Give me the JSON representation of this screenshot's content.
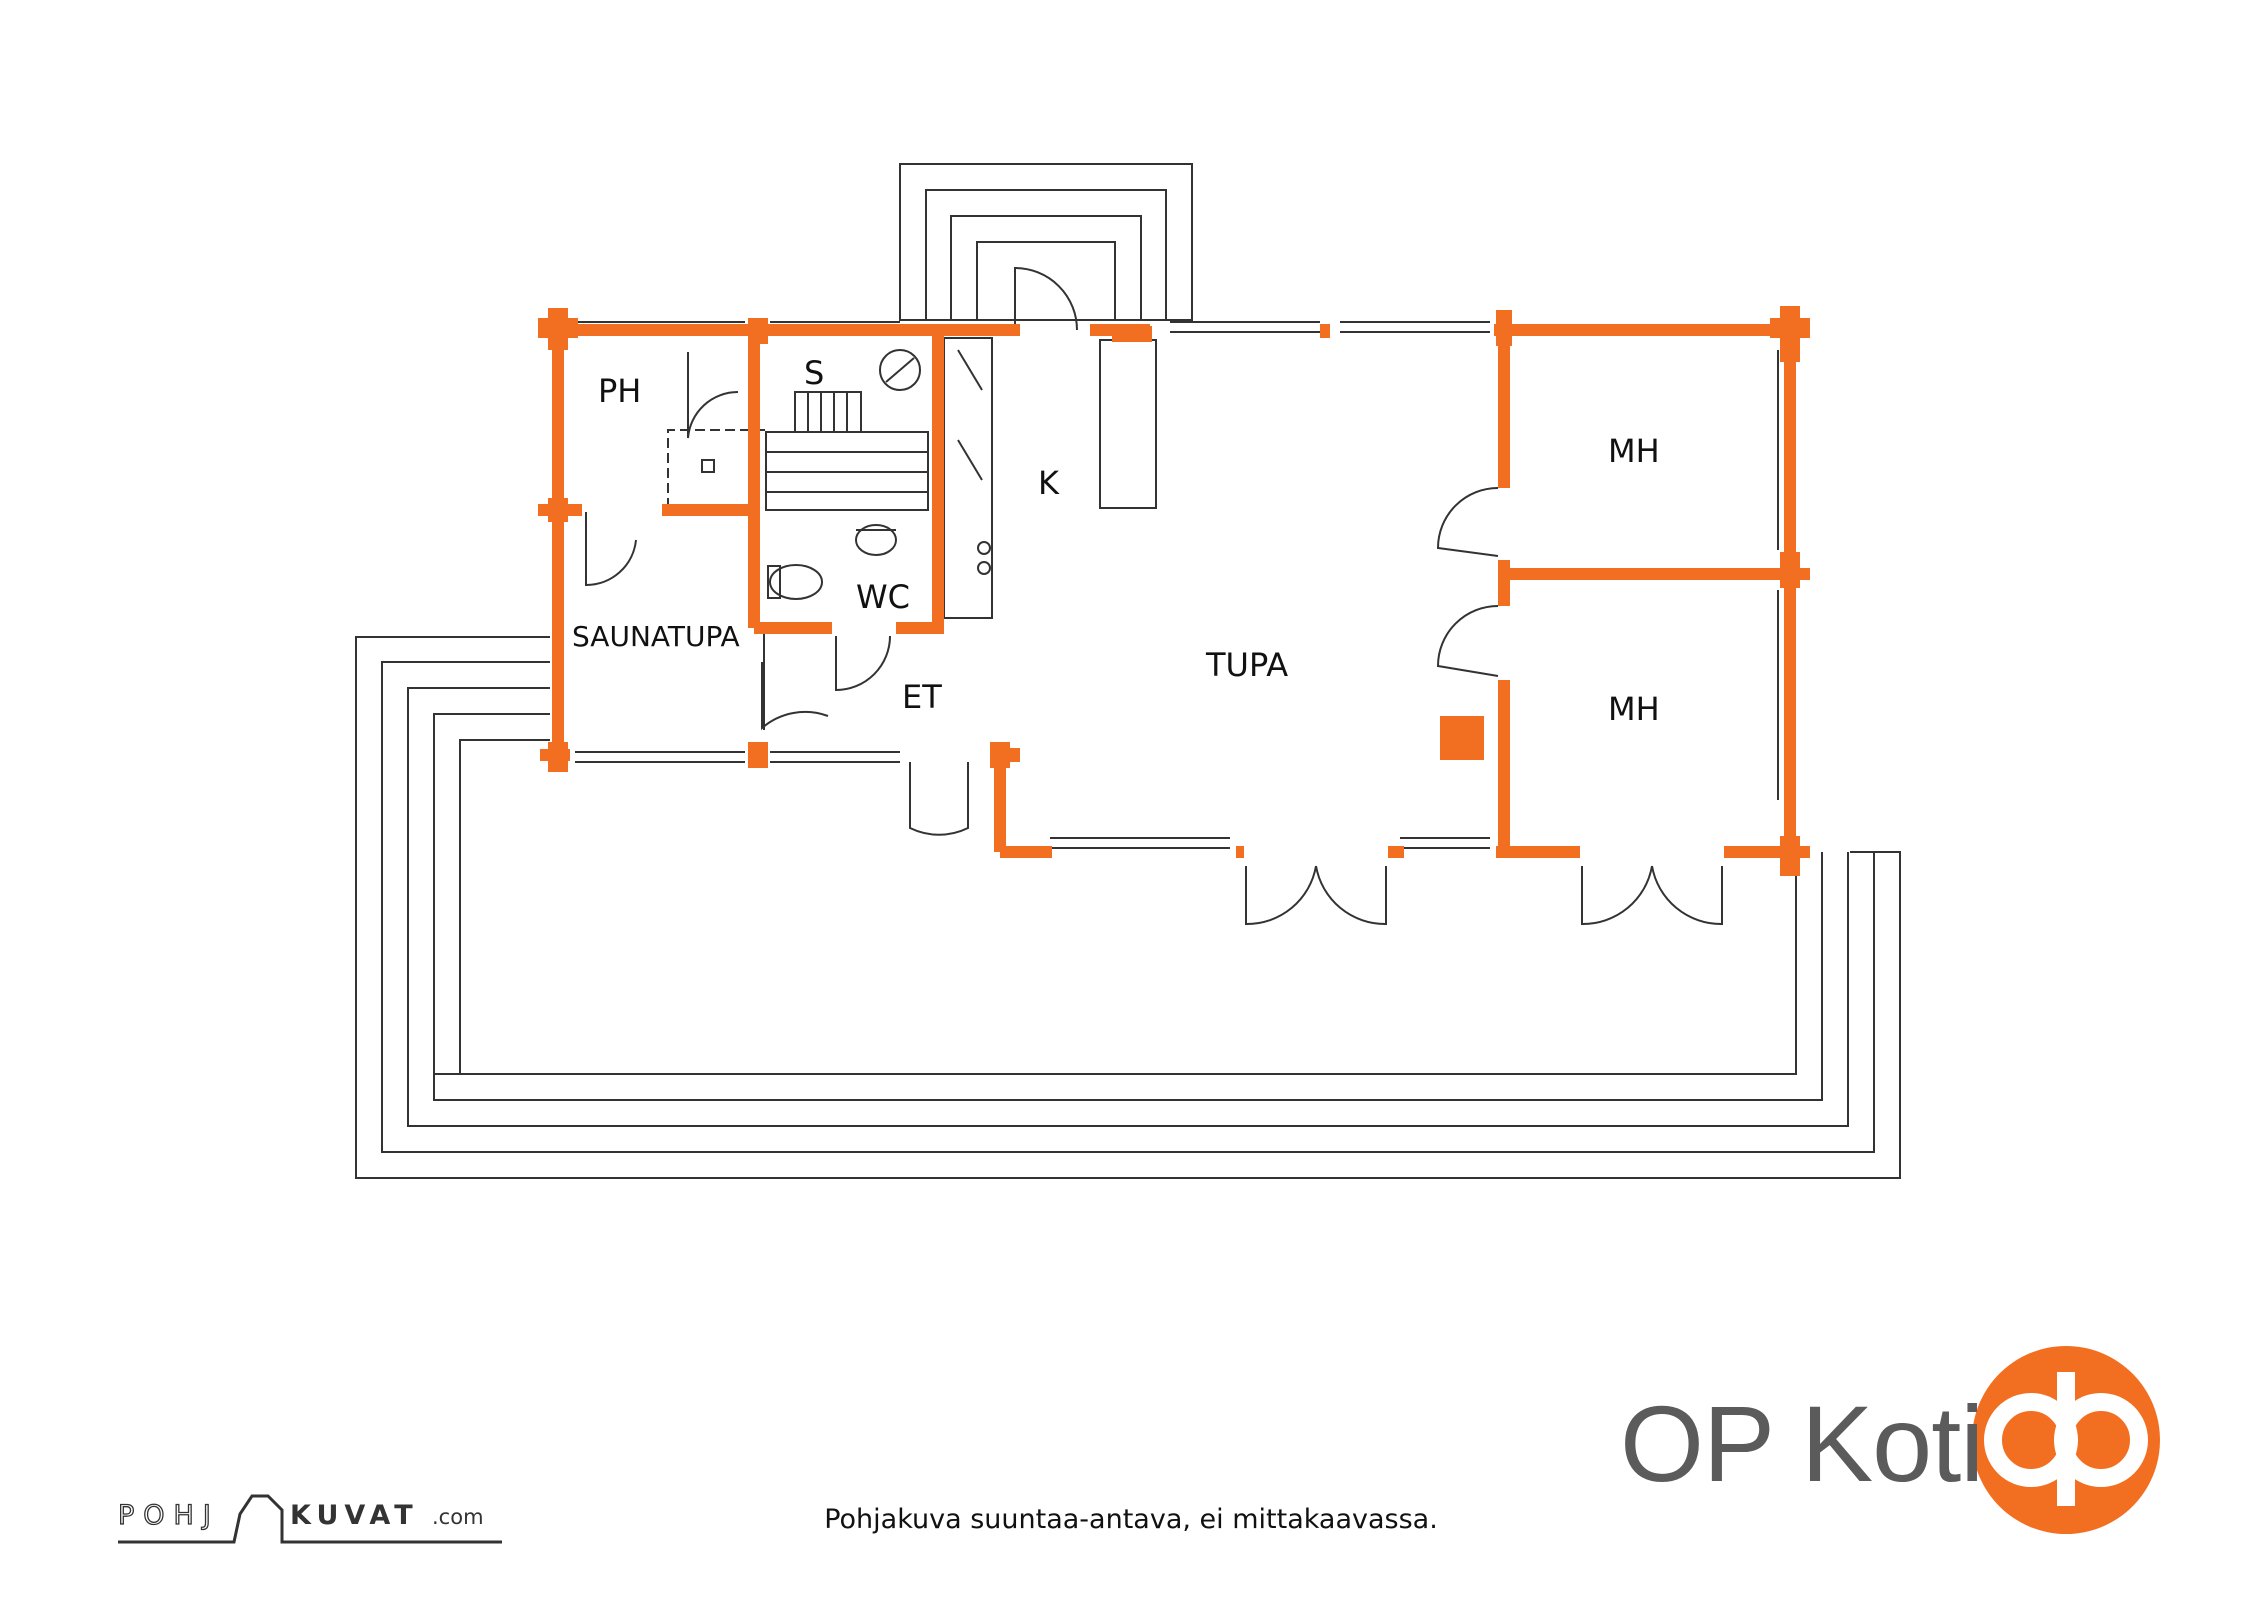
{
  "rooms": {
    "ph": "PH",
    "s": "S",
    "k": "K",
    "mh_top": "MH",
    "mh_bottom": "MH",
    "tupa": "TUPA",
    "wc": "WC",
    "saunatupa": "SAUNATUPA",
    "et": "ET"
  },
  "footer": {
    "note": "Pohjakuva suuntaa-antava, ei mittakaavassa."
  },
  "branding": {
    "op_koti": "OP Koti",
    "pohjakuvat_left": "POHJ",
    "pohjakuvat_right": "KUVAT",
    "pohjakuvat_domain": ".com",
    "accent_color": "#f26f21",
    "logo_icon": "op-logo-icon"
  },
  "colors": {
    "wall": "#f26f21",
    "line": "#333333"
  }
}
